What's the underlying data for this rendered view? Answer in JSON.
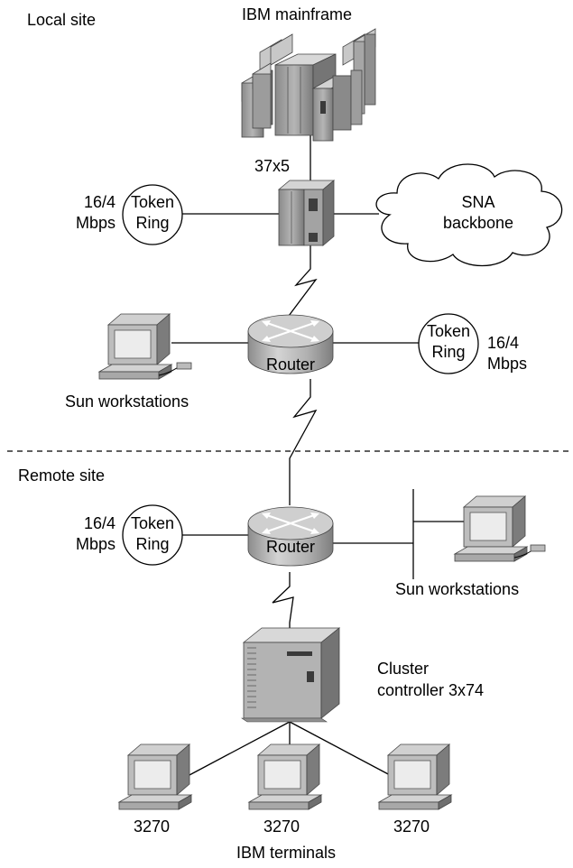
{
  "sites": {
    "local": "Local site",
    "remote": "Remote site"
  },
  "mainframe": {
    "label": "IBM mainframe"
  },
  "fep": {
    "label": "37x5"
  },
  "sna": {
    "line1": "SNA",
    "line2": "backbone"
  },
  "local_ring_left": {
    "line1": "Token",
    "line2": "Ring",
    "speed1": "16/4",
    "speed2": "Mbps"
  },
  "local_ring_right": {
    "line1": "Token",
    "line2": "Ring",
    "speed1": "16/4",
    "speed2": "Mbps"
  },
  "remote_ring": {
    "line1": "Token",
    "line2": "Ring",
    "speed1": "16/4",
    "speed2": "Mbps"
  },
  "local_router": {
    "label": "Router"
  },
  "remote_router": {
    "label": "Router"
  },
  "local_workstation": {
    "label": "Sun workstations"
  },
  "remote_workstation": {
    "label": "Sun workstations"
  },
  "cluster_controller": {
    "line1": "Cluster",
    "line2": "controller 3x74"
  },
  "terminals": {
    "items": [
      "3270",
      "3270",
      "3270"
    ],
    "caption": "IBM terminals"
  }
}
